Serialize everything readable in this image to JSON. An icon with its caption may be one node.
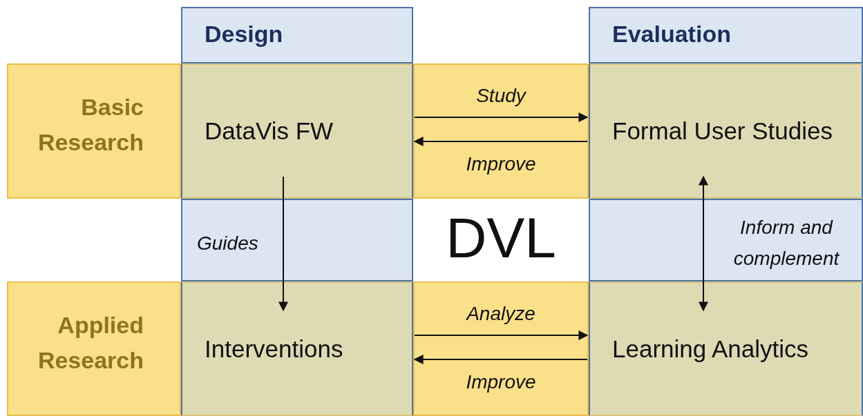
{
  "diagram": {
    "nodes": [
      {
        "text": [
          "Design"
        ]
      },
      {
        "text": [
          "Evaluation"
        ]
      },
      {
        "text": [
          "Basic Research"
        ]
      },
      {
        "text": [
          "DataVis FW"
        ]
      },
      {
        "text": [
          "Formal User Studies"
        ]
      },
      {
        "text": [
          "Applied Research"
        ]
      },
      {
        "text": [
          "Interventions"
        ]
      },
      {
        "text": [
          "Learning Analytics"
        ]
      }
    ],
    "edges": [
      {
        "from": 3,
        "to": 4,
        "arrow": "to",
        "label": "Study"
      },
      {
        "from": 4,
        "to": 3,
        "arrow": "to",
        "label": "Improve"
      },
      {
        "from": 3,
        "to": 6,
        "arrow": "to",
        "label": "Guides"
      },
      {
        "from": 4,
        "to": 7,
        "arrow": "both",
        "label": "Inform and complement"
      },
      {
        "from": 6,
        "to": 7,
        "arrow": "to",
        "label": "Analyze"
      },
      {
        "from": 7,
        "to": 6,
        "arrow": "to",
        "label": "Improve"
      }
    ],
    "labels": [
      "DVL"
    ]
  }
}
